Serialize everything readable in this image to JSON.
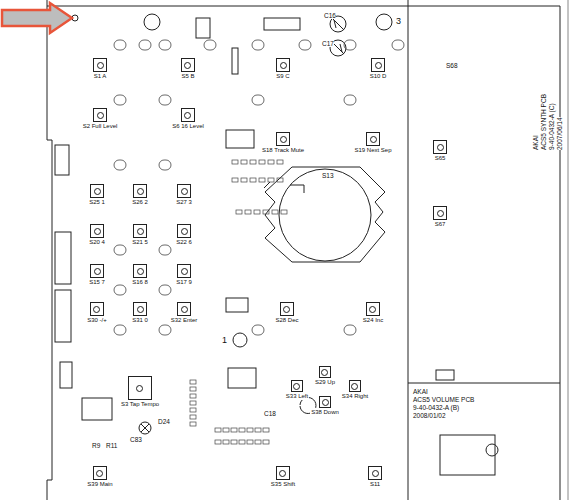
{
  "diagram": {
    "nodes": [
      {
        "text": [
          "S1 A"
        ]
      },
      {
        "text": [
          "S5 B"
        ]
      },
      {
        "text": [
          "S9 C"
        ]
      },
      {
        "text": [
          "S10 D"
        ]
      },
      {
        "text": [
          "S2 Full Level"
        ]
      },
      {
        "text": [
          "S6 16 Level"
        ]
      },
      {
        "text": [
          "S18 Track Mute"
        ]
      },
      {
        "text": [
          "S19 Next Sep"
        ]
      },
      {
        "text": [
          "S25 1"
        ]
      },
      {
        "text": [
          "S26 2"
        ]
      },
      {
        "text": [
          "S27 3"
        ]
      },
      {
        "text": [
          "S20 4"
        ]
      },
      {
        "text": [
          "S21 5"
        ]
      },
      {
        "text": [
          "S22 6"
        ]
      },
      {
        "text": [
          "S15 7"
        ]
      },
      {
        "text": [
          "S16 8"
        ]
      },
      {
        "text": [
          "S17 9"
        ]
      },
      {
        "text": [
          "S30 -/+"
        ]
      },
      {
        "text": [
          "S31 0"
        ]
      },
      {
        "text": [
          "S32 Enter"
        ]
      },
      {
        "text": [
          "S28 Dec"
        ]
      },
      {
        "text": [
          "S24 Inc"
        ]
      },
      {
        "text": [
          "S3 Tap Tempo"
        ]
      },
      {
        "text": [
          "S33 Left"
        ]
      },
      {
        "text": [
          "S29 Up"
        ]
      },
      {
        "text": [
          "S34 Right"
        ]
      },
      {
        "text": [
          "S38 Down"
        ]
      },
      {
        "text": [
          "S39 Main"
        ]
      },
      {
        "text": [
          "S35 Shift"
        ]
      },
      {
        "text": [
          "S11"
        ]
      },
      {
        "text": [
          "S65"
        ]
      },
      {
        "text": [
          "S67"
        ]
      }
    ],
    "labels": [
      "AKAI",
      "ACS5 SYNTH PCB",
      "9-40-0432-A (C)",
      "2007/06/14",
      "AKAI",
      "ACS5 VOLUME PCB",
      "9-40-0432-A (B)",
      "2008/01/02",
      "1",
      "3",
      "S13",
      "C16",
      "C17",
      "C18",
      "C83",
      "D24",
      "R9",
      "R11",
      "S68"
    ]
  }
}
